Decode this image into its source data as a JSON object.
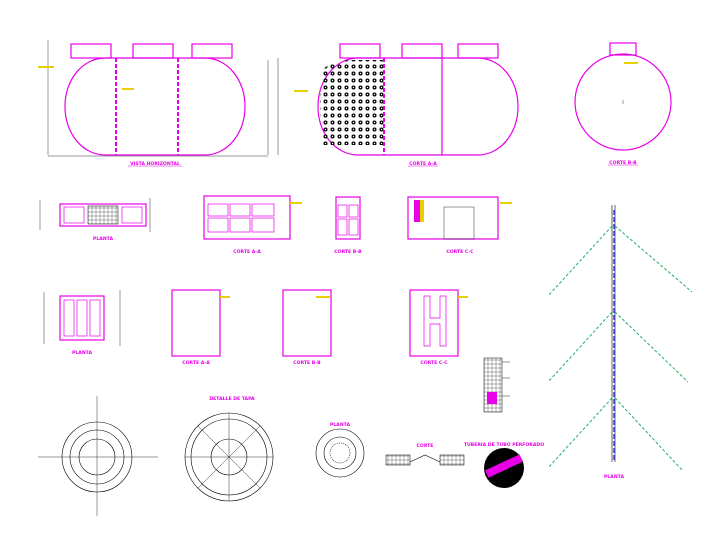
{
  "colors": {
    "pink": "#e800e8",
    "yellow": "#e8d000",
    "blue": "#3030ff",
    "green": "#20b060",
    "black": "#000000"
  },
  "views": {
    "vista_horizontal": "VISTA HORIZONTAL",
    "corte_aa_top": "CORTE A-A",
    "corte_bb_top": "CORTE B-B",
    "planta_1": "PLANTA",
    "corte_aa_mid": "CORTE A-A",
    "corte_bb_mid": "CORTE B-B",
    "corte_cc_mid": "CORTE C-C",
    "planta_2": "PLANTA",
    "corte_aa_low": "CORTE A-A",
    "corte_bb_low": "CORTE B-B",
    "corte_cc_low": "CORTE C-C",
    "detalle_tapa": "DETALLE DE TAPA",
    "planta_3": "PLANTA",
    "corte": "CORTE",
    "tubo": "TUBERIA DE TUBO PERFORADO",
    "planta_right": "PLANTA"
  }
}
